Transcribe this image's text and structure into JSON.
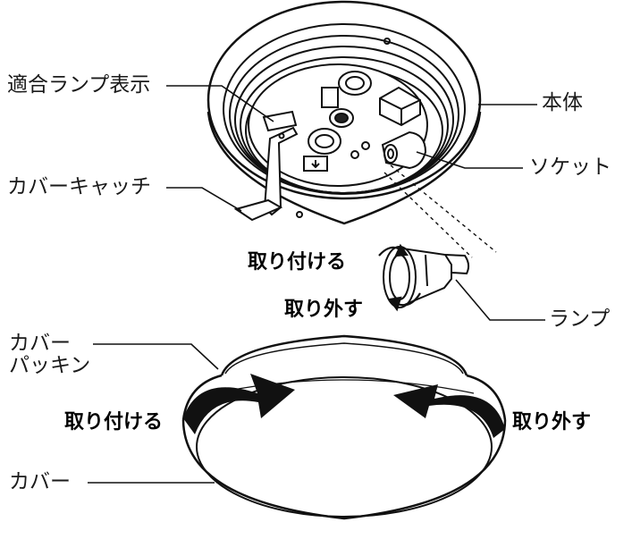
{
  "labels": {
    "compatible_lamp": "適合ランプ表示",
    "body": "本体",
    "cover_catch": "カバーキャッチ",
    "socket": "ソケット",
    "lamp": "ランプ",
    "cover_packing_line1": "カバー",
    "cover_packing_line2": "パッキン",
    "cover": "カバー"
  },
  "actions": {
    "lamp_attach": "取り付ける",
    "lamp_remove": "取り外す",
    "cover_attach": "取り付ける",
    "cover_remove": "取り外す"
  }
}
